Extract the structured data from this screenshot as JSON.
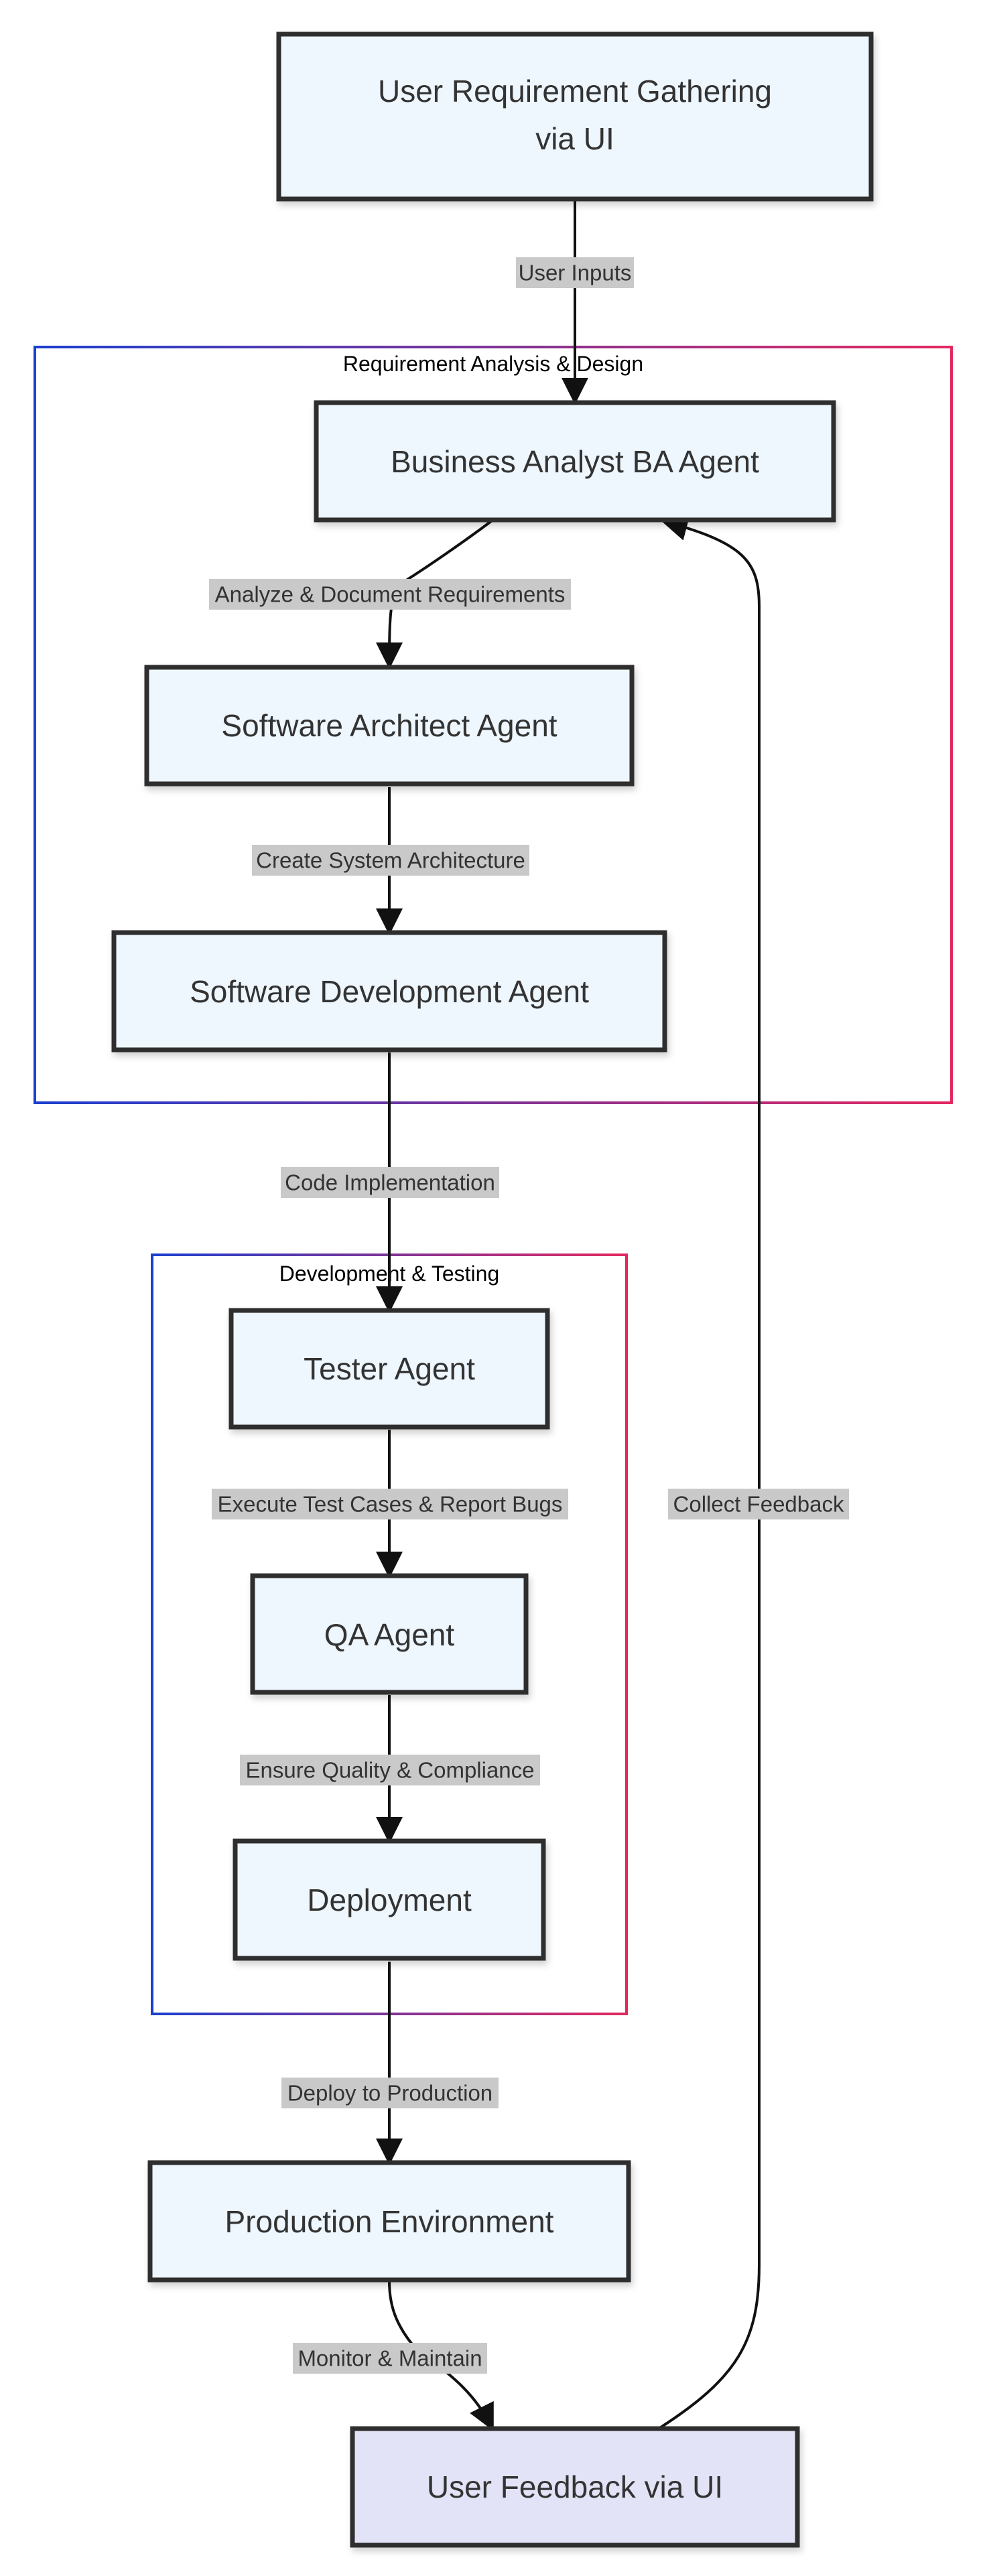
{
  "diagram": {
    "colors": {
      "node_fill": "#eef6fe",
      "feedback_node_fill": "#e3e3f7",
      "node_stroke": "#2e2e2e",
      "edge_stroke": "#111111",
      "edge_label_background": "#c9c9c9",
      "cluster_gradient_start": "#1b3fcf",
      "cluster_gradient_end": "#e3285f"
    },
    "clusters": {
      "analysis_design": {
        "title": "Requirement Analysis & Design"
      },
      "dev_testing": {
        "title": "Development & Testing"
      }
    },
    "nodes": {
      "user_requirement": {
        "lines": [
          "User Requirement Gathering",
          "via UI"
        ]
      },
      "business_analyst": {
        "label": "Business Analyst BA Agent"
      },
      "software_architect": {
        "label": "Software Architect Agent"
      },
      "software_development": {
        "label": "Software Development Agent"
      },
      "tester": {
        "label": "Tester Agent"
      },
      "qa": {
        "label": "QA Agent"
      },
      "deployment": {
        "label": "Deployment"
      },
      "production": {
        "label": "Production Environment"
      },
      "user_feedback": {
        "label": "User Feedback via UI"
      }
    },
    "edges": [
      {
        "from": "user_requirement",
        "to": "business_analyst",
        "label": "User Inputs"
      },
      {
        "from": "business_analyst",
        "to": "software_architect",
        "label": "Analyze & Document Requirements"
      },
      {
        "from": "software_architect",
        "to": "software_development",
        "label": "Create System Architecture"
      },
      {
        "from": "software_development",
        "to": "tester",
        "label": "Code Implementation"
      },
      {
        "from": "tester",
        "to": "qa",
        "label": "Execute Test Cases & Report Bugs"
      },
      {
        "from": "qa",
        "to": "deployment",
        "label": "Ensure Quality & Compliance"
      },
      {
        "from": "deployment",
        "to": "production",
        "label": "Deploy to Production"
      },
      {
        "from": "production",
        "to": "user_feedback",
        "label": "Monitor & Maintain"
      },
      {
        "from": "user_feedback",
        "to": "business_analyst",
        "label": "Collect Feedback"
      }
    ]
  }
}
